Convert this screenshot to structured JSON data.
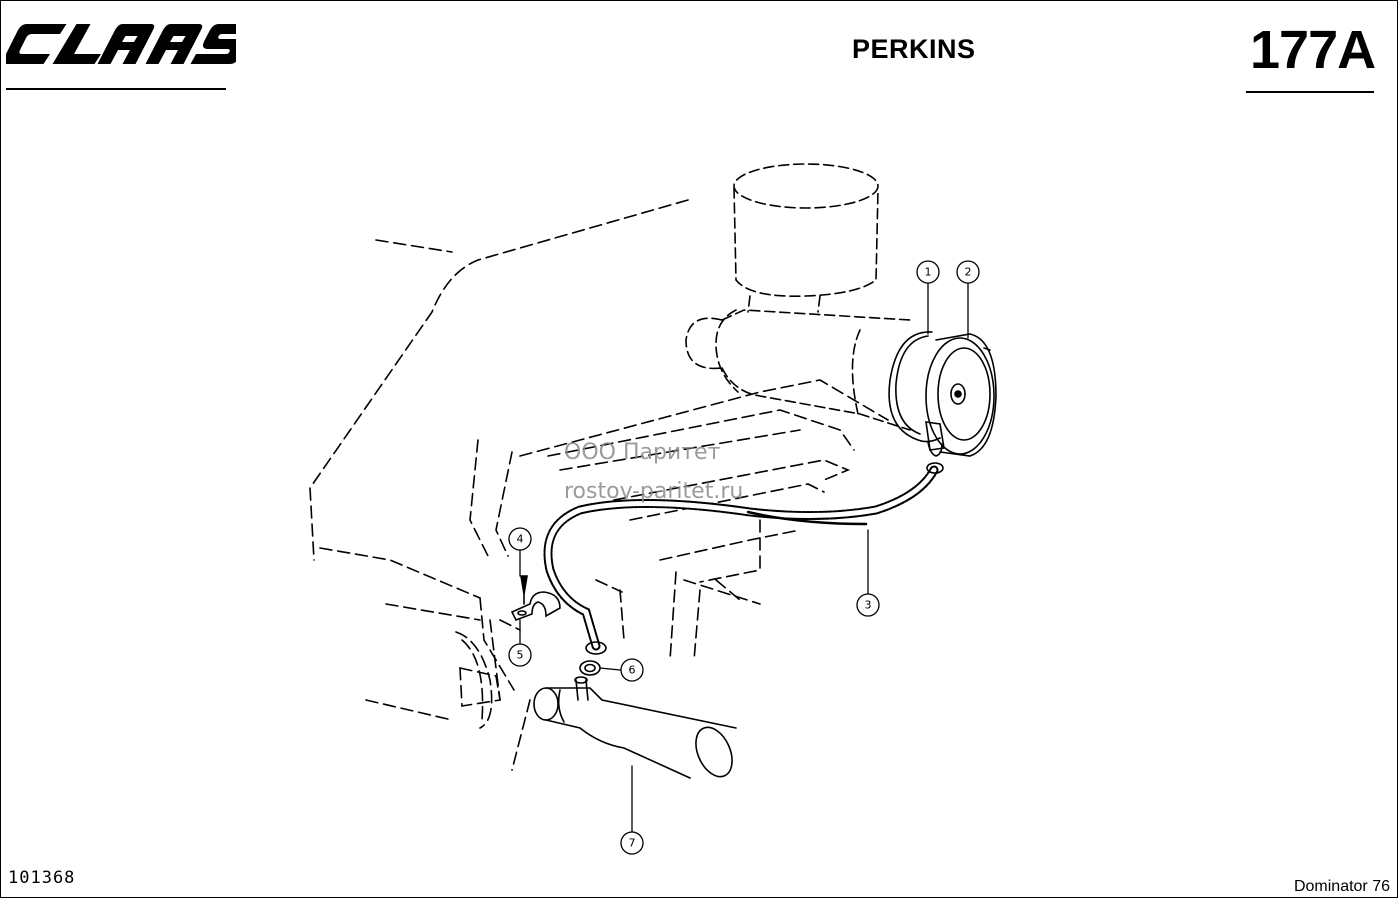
{
  "header": {
    "brand": "CLAAS",
    "title": "PERKINS",
    "page_number": "177A"
  },
  "footer": {
    "drawing_number": "101368",
    "model": "Dominator 76"
  },
  "watermark": {
    "line1": "ООО Паритет",
    "line2": "rostov-paritet.ru",
    "color": "#8a8a8a"
  },
  "callouts": [
    "1",
    "2",
    "3",
    "4",
    "5",
    "6",
    "7"
  ]
}
